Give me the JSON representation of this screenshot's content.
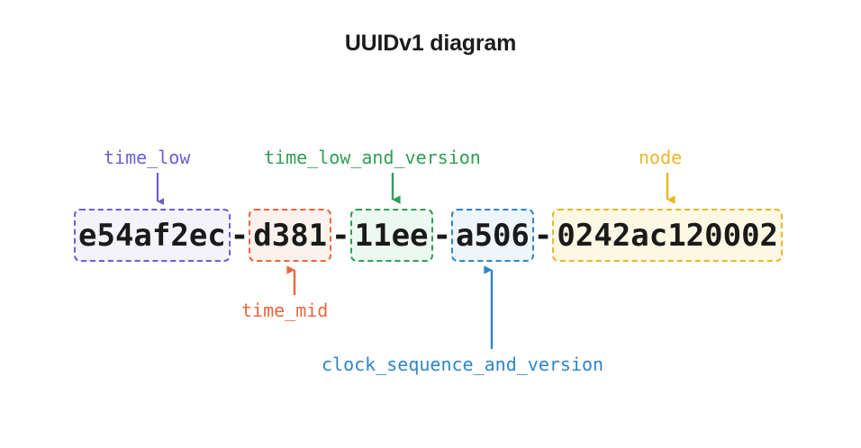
{
  "diagram": {
    "title": "UUIDv1 diagram",
    "uuid_full": "e54af2ec-d381-11ee-a506-0242ac120002",
    "separator": "-",
    "background_color": "#ffffff",
    "text_color": "#1a1a1a",
    "segments": [
      {
        "name": "time_low",
        "value": "e54af2ec",
        "label": "time_low",
        "color": "#6b5fd4",
        "fill": "#f4f3fa",
        "label_position": "above",
        "arrow_direction": "down"
      },
      {
        "name": "time_mid",
        "value": "d381",
        "label": "time_mid",
        "color": "#e8673c",
        "fill": "#fbf2ee",
        "label_position": "below",
        "arrow_direction": "up"
      },
      {
        "name": "time_low_and_version",
        "value": "11ee",
        "label": "time_low_and_version",
        "color": "#2f9e54",
        "fill": "#edf8f0",
        "label_position": "above",
        "arrow_direction": "down"
      },
      {
        "name": "clock_sequence_and_version",
        "value": "a506",
        "label": "clock_sequence_and_version",
        "color": "#2e86c8",
        "fill": "#eef5fb",
        "label_position": "below",
        "arrow_direction": "up"
      },
      {
        "name": "node",
        "value": "0242ac120002",
        "label": "node",
        "color": "#efb529",
        "fill": "#fdf8e4",
        "label_position": "above",
        "arrow_direction": "down"
      }
    ]
  }
}
